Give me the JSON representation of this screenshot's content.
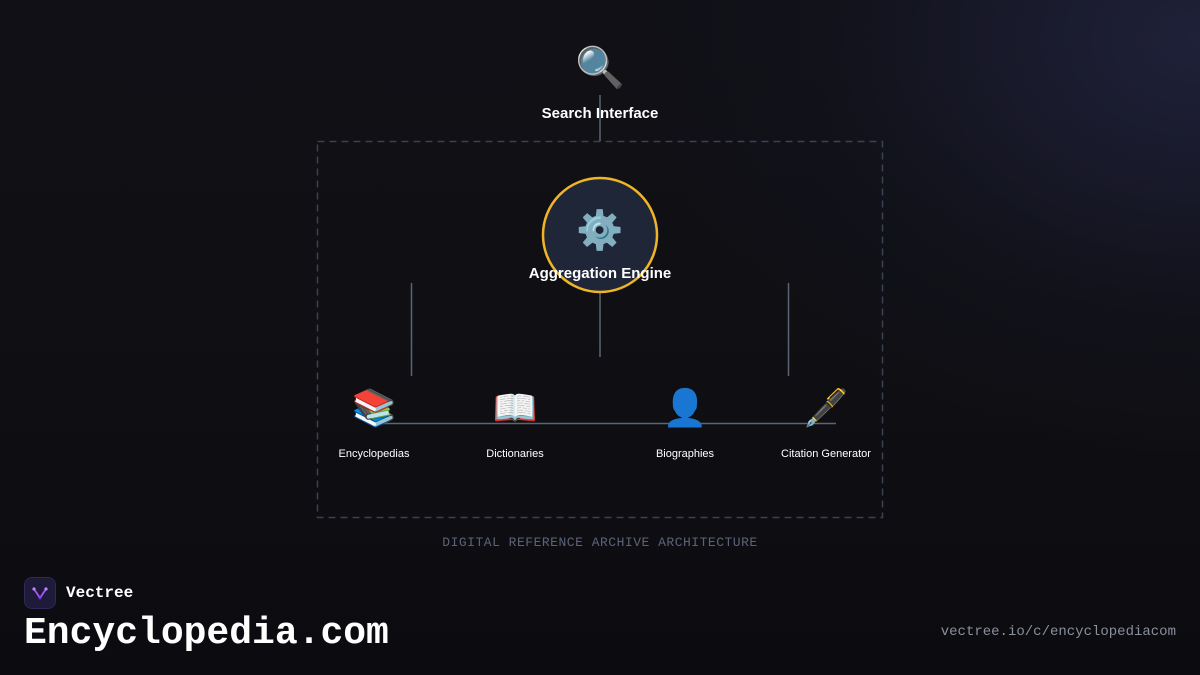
{
  "diagram": {
    "top_node": {
      "icon": "🔍",
      "icon_name": "magnifying-glass-icon",
      "label": "Search Interface"
    },
    "center_node": {
      "icon": "⚙️",
      "icon_name": "gear-icon",
      "label": "Aggregation Engine",
      "ring_color": "#f0b429",
      "fill_color": "#1e2638"
    },
    "sources": [
      {
        "icon": "📚",
        "icon_name": "books-icon",
        "label": "Encyclopedias"
      },
      {
        "icon": "📖",
        "icon_name": "open-book-icon",
        "label": "Dictionaries"
      },
      {
        "icon": "👤",
        "icon_name": "person-icon",
        "label": "Biographies"
      },
      {
        "icon": "🖋️",
        "icon_name": "fountain-pen-icon",
        "label": "Citation Generator"
      }
    ],
    "caption": "DIGITAL REFERENCE ARCHIVE ARCHITECTURE",
    "line_color": "#5c6475",
    "frame_color": "#3a4252"
  },
  "brand": {
    "name": "Vectree",
    "logo_icon": "vectree-logo-icon",
    "accent": "#a855f7"
  },
  "page": {
    "title": "Encyclopedia.com",
    "url": "vectree.io/c/encyclopediacom"
  }
}
